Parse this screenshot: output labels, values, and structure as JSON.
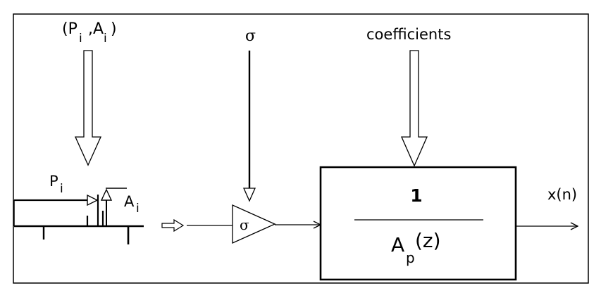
{
  "inputs": {
    "pulse_params_open": "(P",
    "pulse_params_sub_1": "i",
    "pulse_params_sep": ",A",
    "pulse_params_sub_2": "i",
    "pulse_params_close": ")",
    "gain_symbol": "σ",
    "coefficients": "coefficients"
  },
  "generator": {
    "period_label": "P",
    "period_sub": "i",
    "amplitude_label": "A",
    "amplitude_sub": "i"
  },
  "gain_block": {
    "symbol": "σ"
  },
  "filter_block": {
    "numerator": "1",
    "denominator_main": "A",
    "denominator_sub": "p",
    "denominator_arg": "(z)"
  },
  "output": {
    "label": "x(n)"
  }
}
